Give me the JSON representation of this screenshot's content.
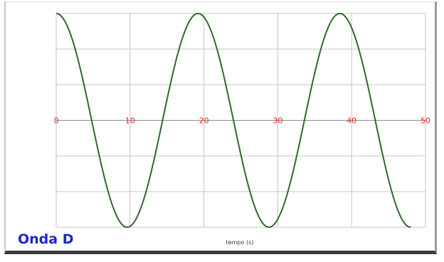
{
  "chart_data": {
    "type": "line",
    "title": "Onda D",
    "xlabel": "tempo (s)",
    "ylabel": "",
    "xlim": [
      0,
      50
    ],
    "ylim": [
      -1,
      1
    ],
    "xticks": [
      "0",
      "10",
      "20",
      "30",
      "40",
      "50"
    ],
    "y_gridlines": 6,
    "grid": true,
    "series": [
      {
        "color": "#2e6b28",
        "function": "cosine",
        "amplitude": 1,
        "period": 19.2,
        "x": [
          0,
          4.8,
          9.6,
          14.4,
          19.2,
          24.0,
          28.8,
          33.6,
          38.4,
          43.2,
          48.0
        ],
        "y": [
          1,
          0,
          -1,
          0,
          1,
          0,
          -1,
          0,
          1,
          0,
          -1
        ]
      }
    ]
  }
}
